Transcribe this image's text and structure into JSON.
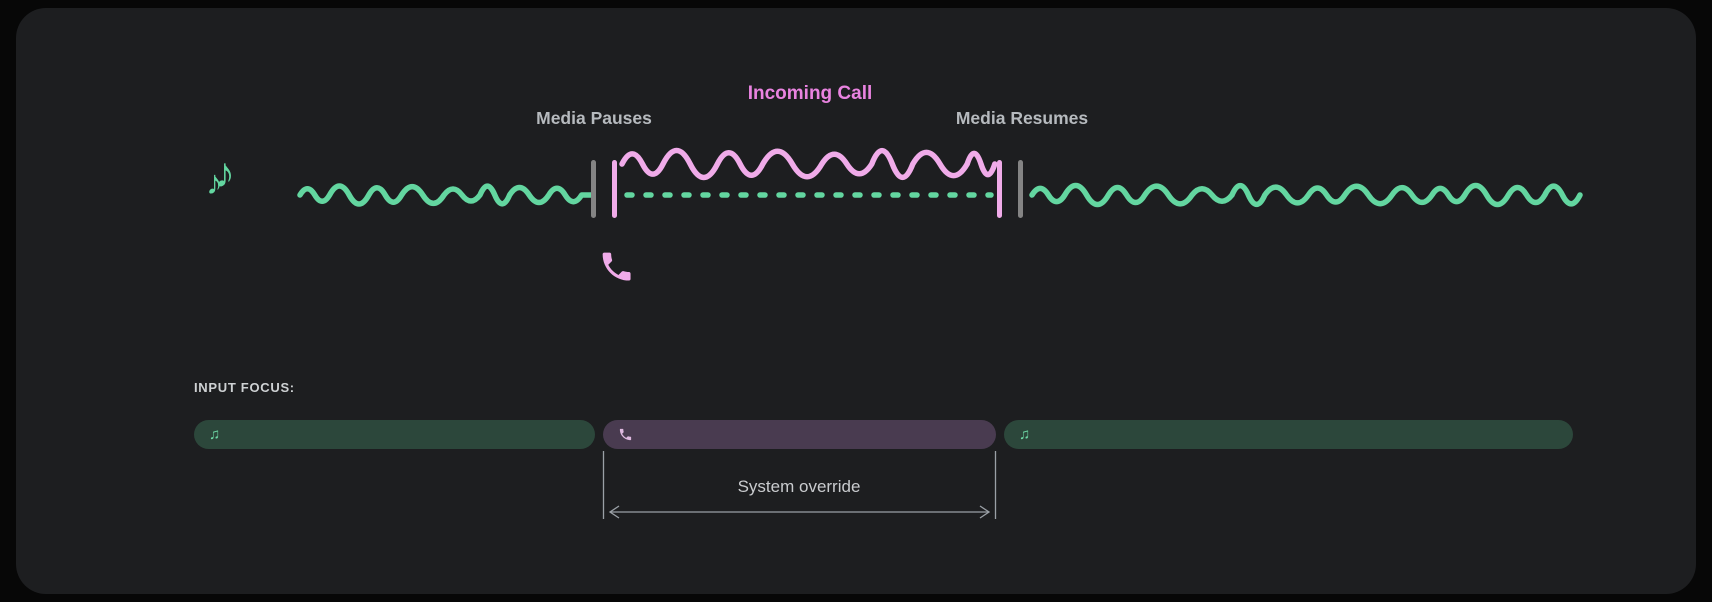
{
  "timeline": {
    "incoming_call": "Incoming Call",
    "media_pauses": "Media Pauses",
    "media_resumes": "Media Resumes"
  },
  "input_focus": {
    "label": "INPUT FOCUS:",
    "system_override": "System override",
    "segments": [
      {
        "name": "media-before",
        "icon": "music-notes-icon"
      },
      {
        "name": "incoming-call",
        "icon": "phone-icon"
      },
      {
        "name": "media-after",
        "icon": "music-notes-icon"
      }
    ]
  },
  "icon_glyphs": {
    "eighth_note": "♪",
    "music-notes-icon": "♫"
  },
  "colors": {
    "media_green": "#63d6a0",
    "call_pink": "#f0abe9",
    "incoming_call_text": "#e983e0",
    "label_gray": "#b6babe",
    "marker_gray": "#848484",
    "pill_green": "#2c473b",
    "pill_purple": "#493b50",
    "panel_background": "#1d1e20"
  }
}
